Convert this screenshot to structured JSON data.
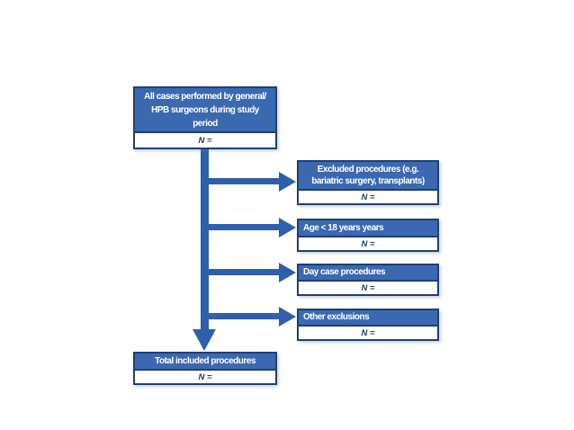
{
  "colors": {
    "background": "#FFFFFF",
    "box_fill": "#3B69B1",
    "box_border": "#1F3F73",
    "arrow": "#2E5FAC",
    "box_text": "#FFFFFF",
    "n_text": "#1F3864"
  },
  "flowchart": {
    "top_box": {
      "lines": [
        "All cases performed by general/",
        "HPB surgeons during study",
        "period"
      ],
      "n_label": "N ="
    },
    "exclusions": [
      {
        "lines": [
          "Excluded procedures (e.g.",
          "bariatric surgery, transplants)"
        ],
        "n_label": "N ="
      },
      {
        "lines": [
          "Age < 18 years years"
        ],
        "n_label": "N ="
      },
      {
        "lines": [
          "Day case procedures"
        ],
        "n_label": "N ="
      },
      {
        "lines": [
          "Other exclusions"
        ],
        "n_label": "N ="
      }
    ],
    "bottom_box": {
      "lines": [
        "Total included procedures"
      ],
      "n_label": "N ="
    }
  }
}
